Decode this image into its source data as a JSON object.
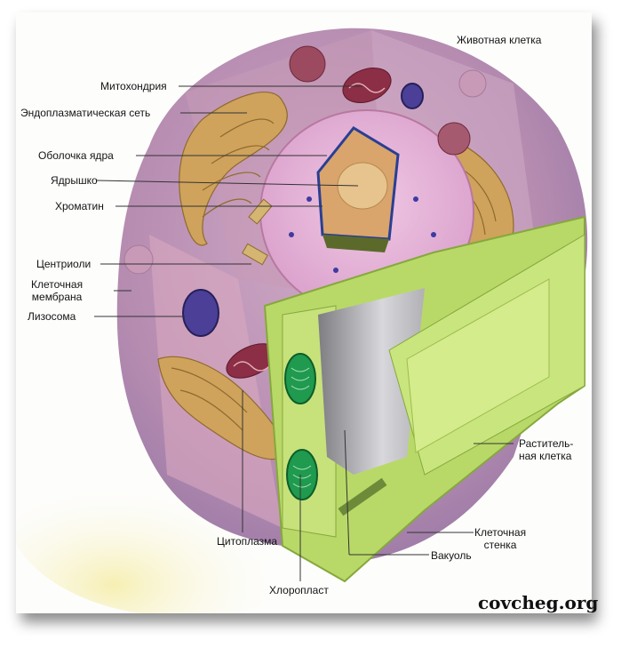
{
  "labels": {
    "animal_cell": "Животная клетка",
    "mitochondria": "Митохондрия",
    "er": "Эндоплазматическая сеть",
    "nuclear_envelope": "Оболочка ядра",
    "nucleolus": "Ядрышко",
    "chromatin": "Хроматин",
    "centrioles": "Центриоли",
    "cell_membrane": "Клеточная\nмембрана",
    "lysosome": "Лизосома",
    "plant_cell": "Раститель-\nная клетка",
    "cell_wall": "Клеточная\nстенка",
    "vacuole": "Вакуоль",
    "cytoplasm": "Цитоплазма",
    "chloroplast": "Хлоропласт"
  },
  "credit": "covcheg.org",
  "colors": {
    "animal_cell_body": "#b88fb0",
    "cytoplasm": "#d7a9c2",
    "nucleus": "#e2b0d6",
    "er": "#c89a55",
    "mitochondria": "#8c2e46",
    "lysosome": "#4b3f97",
    "plant_cell": "#b8d968",
    "chloroplast": "#1f9a4e",
    "vacuole": "#9a9aa0"
  }
}
